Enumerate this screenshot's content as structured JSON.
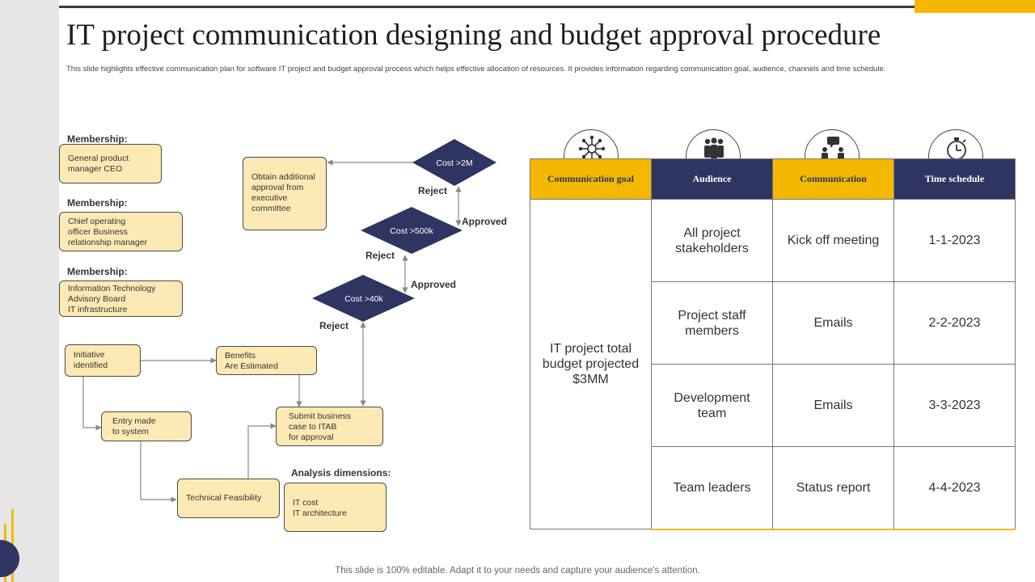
{
  "colors": {
    "accent": "#f5b800",
    "navy": "#2e3561",
    "box_fill": "#fde9b4"
  },
  "slide": {
    "title": "IT project communication designing and budget approval procedure",
    "subtitle": "This slide highlights effective communication plan  for software IT project and budget approval process which helps effective allocation of resources. It provides information regarding communication goal, audience, channels and time  schedule.",
    "footer": "This slide is 100% editable. Adapt it to your needs and capture your audience's attention."
  },
  "memberships": [
    {
      "label": "Membership:",
      "lines": [
        "General product",
        "manager CEO"
      ]
    },
    {
      "label": "Membership:",
      "lines": [
        "Chief operating",
        "officer Business",
        "relationship manager"
      ]
    },
    {
      "label": "Membership:",
      "lines": [
        "Information Technology",
        "Advisory Board",
        "IT infrastructure"
      ]
    }
  ],
  "flow": {
    "initiative": [
      "Initiative",
      "identified"
    ],
    "benefits": [
      "Benefits",
      "Are Estimated"
    ],
    "entry": [
      "Entry made",
      "to system"
    ],
    "technical": "Technical Feasibility",
    "submit": [
      "Submit business",
      "case to ITAB",
      "for approval"
    ],
    "analysis_label": "Analysis dimensions:",
    "analysis": [
      "IT cost",
      "IT architecture"
    ],
    "obtain": [
      "Obtain additional",
      "approval from",
      "executive",
      "committee"
    ],
    "diamonds": {
      "d40k": "Cost >40k",
      "d500k": "Cost >500k",
      "d2m": "Cost >2M"
    },
    "reject": "Reject",
    "approved": "Approved"
  },
  "icons": [
    "network-icon",
    "team-icon",
    "communication-icon",
    "stopwatch-icon"
  ],
  "table": {
    "headers": [
      "Communication goal",
      "Audience",
      "Communication",
      "Time schedule"
    ],
    "goal": [
      "IT project total",
      "budget projected",
      "$3MM"
    ],
    "rows": [
      {
        "audience": [
          "All project",
          "stakeholders"
        ],
        "channel": "Kick off meeting",
        "time": "1-1-2023"
      },
      {
        "audience": [
          "Project staff",
          "members"
        ],
        "channel": "Emails",
        "time": "2-2-2023"
      },
      {
        "audience": [
          "Development",
          "team"
        ],
        "channel": "Emails",
        "time": "3-3-2023"
      },
      {
        "audience": [
          "Team leaders"
        ],
        "channel": "Status report",
        "time": "4-4-2023"
      }
    ]
  }
}
